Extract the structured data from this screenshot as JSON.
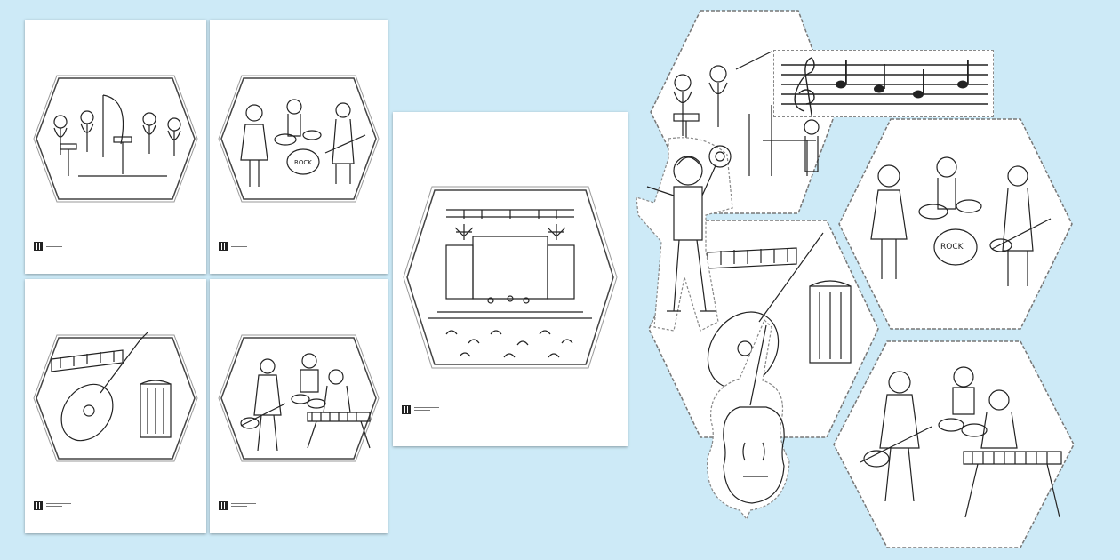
{
  "background_color": "#cdeaf7",
  "sheets": [
    {
      "id": "sheet-orchestra",
      "scene": "orchestra",
      "icon": "orchestra-coloring-icon"
    },
    {
      "id": "sheet-rock-band",
      "scene": "rock-band",
      "icon": "rock-band-coloring-icon"
    },
    {
      "id": "sheet-concert-stage",
      "scene": "concert-stage",
      "icon": "concert-stage-coloring-icon"
    },
    {
      "id": "sheet-instruments",
      "scene": "instruments",
      "icon": "instruments-coloring-icon"
    },
    {
      "id": "sheet-pop-band",
      "scene": "pop-band",
      "icon": "pop-band-coloring-icon"
    }
  ],
  "cutouts": [
    {
      "id": "hex-orchestra",
      "icon": "orchestra-hexagon-icon"
    },
    {
      "id": "hex-rock-band",
      "icon": "rock-band-hexagon-icon"
    },
    {
      "id": "hex-instruments",
      "icon": "instruments-hexagon-icon"
    },
    {
      "id": "hex-pop-band",
      "icon": "pop-band-hexagon-icon"
    },
    {
      "id": "tambourine-player",
      "icon": "tambourine-player-icon"
    },
    {
      "id": "cello",
      "icon": "cello-icon"
    },
    {
      "id": "music-staff",
      "icon": "treble-clef-staff-icon"
    }
  ],
  "line_color": "#222222"
}
